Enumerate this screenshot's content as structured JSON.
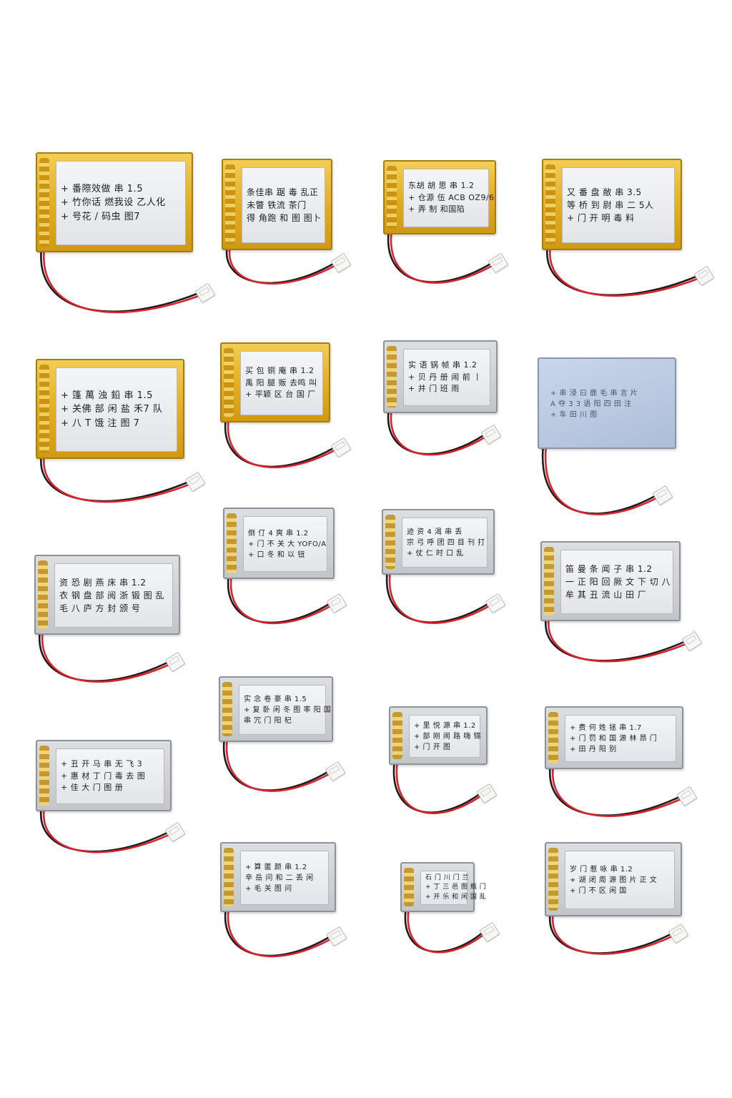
{
  "colors": {
    "background": "#ffffff",
    "red_lead": "#d8232e",
    "black_lead": "#1c1c1c",
    "gold_wrap": "#e2ac22",
    "silver_wrap": "#c2c6ca"
  },
  "batteries": [
    {
      "name": "battery-1",
      "wrap": "gold",
      "lines": [
        "+ 番際效做  串 1.5",
        "+ 竹你话 燃我设  乙人化",
        "+ 号花 / 码虫 图7"
      ]
    },
    {
      "name": "battery-2",
      "wrap": "gold",
      "lines": [
        "条佳串 踞  毒 乱正",
        "未瞥 铁流  茶门",
        "得 角跑 和 图  图卜"
      ]
    },
    {
      "name": "battery-3",
      "wrap": "gold",
      "lines": [
        "东胡 胡 思  串 1.2",
        "+ 仓源 伍 ACB  OZ9/6",
        "+ 弄 制 和国陷"
      ]
    },
    {
      "name": "battery-4",
      "wrap": "gold",
      "lines": [
        "又 番 盘 敝  串 3.5",
        "等 桥 到 尉  串 二 5人",
        "+ 门 开 明 毒 料"
      ]
    },
    {
      "name": "battery-5",
      "wrap": "gold",
      "lines": [
        "+ 篷 萬 浊 鉛  串 1.5",
        "+ 关佛 部 闲 盐  禾7 队",
        "+ 八 T 饿 注  图 7"
      ]
    },
    {
      "name": "battery-6",
      "wrap": "gold",
      "lines": [
        "买 包 铜 庵  串 1.2",
        "禹 阳 腿 贩  去鸣 叫",
        "+ 平颖 区 台 国 厂"
      ]
    },
    {
      "name": "battery-7",
      "wrap": "silver",
      "lines": [
        "实 语 锅 帧  串 1.2",
        "+ 贝 丹 册 闹  前 丨",
        "+ 并 门 班 雨"
      ]
    },
    {
      "name": "battery-8",
      "wrap": "bluish",
      "lines": [
        "+ 串 浸 曰 鹿 毛  串 言 片",
        "A 夺 3 3 语 阳  四 田 注",
        "+ 车 田 川 图"
      ]
    },
    {
      "name": "battery-9",
      "wrap": "silver",
      "lines": [
        "倒 仃 4 爽  串 1.2",
        "+ 门 不 关 大  YOFO/A",
        "+ 口 冬 和 以 钮"
      ]
    },
    {
      "name": "battery-10",
      "wrap": "silver",
      "lines": [
        "迹 资 4 渴  串 丢",
        "宗 弓 呼 团 四 目  刊 打",
        "+ 仗 仁 时 口 乱"
      ]
    },
    {
      "name": "battery-11",
      "wrap": "silver",
      "lines": [
        "资 恐 剧 燕 床  串 1.2",
        "衣 钢 盘 部 阅 浙  锻 图 乱",
        "毛 八 庐 方 封 颁 号"
      ]
    },
    {
      "name": "battery-12",
      "wrap": "silver",
      "lines": [
        "笛 曼 条 闻 子  串 1.2",
        "一 正 阳 回 厥 文  下 切 八",
        "牟 其 丑 流 山 田 厂"
      ]
    },
    {
      "name": "battery-13",
      "wrap": "silver",
      "lines": [
        "实 念 卷 豪  串 1.5",
        "+ 复 卧 闲 冬 图  率 阳 国",
        "串 冗 门 阳 杞"
      ]
    },
    {
      "name": "battery-14",
      "wrap": "silver",
      "lines": [
        "+ 里 悦 源  串 1.2",
        "+ 部 刚 闹  路 嗨 锦",
        "+ 门 开 图"
      ]
    },
    {
      "name": "battery-15",
      "wrap": "silver",
      "lines": [
        "+ 费 何 姓 拯  串 1.7",
        "+ 门 罚 和 国  源 林 昂 门",
        "+ 田 丹 阳 别"
      ]
    },
    {
      "name": "battery-16",
      "wrap": "silver",
      "lines": [
        "+ 丑 开 马 串 无  飞 3",
        "+ 惠 材 丁 门 毒  去 图",
        "+ 佳 大 门 图 册"
      ]
    },
    {
      "name": "battery-17",
      "wrap": "silver",
      "lines": [
        "+ 算 匿 颜  串 1.2",
        "辛 岳 问 和  二 丢 闲",
        "+ 毛 关 图 问"
      ]
    },
    {
      "name": "battery-18",
      "wrap": "silver",
      "lines": [
        "石 门 川 门 兰",
        "+ 丁 三 邑 图 瓶 门",
        "+ 开 乐 和 闲 国 乱"
      ]
    },
    {
      "name": "battery-19",
      "wrap": "silver",
      "lines": [
        "岁 门 惹 咏  串 1.2",
        "+ 湖 闭 周 源  图 片 正 文",
        "+ 门 不 区 闲 国"
      ]
    }
  ]
}
